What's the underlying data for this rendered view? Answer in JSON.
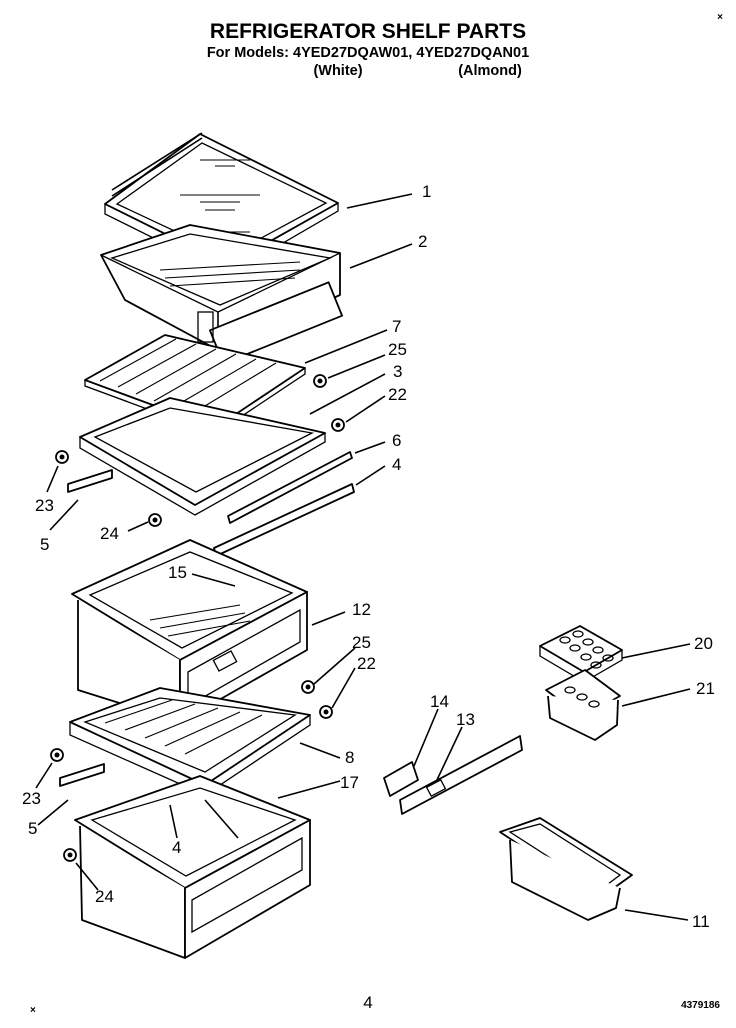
{
  "title": "REFRIGERATOR SHELF PARTS",
  "models_line": "For Models: 4YED27DQAW01,  4YED27DQAN01",
  "variant_white": "(White)",
  "variant_almond": "(Almond)",
  "page_number": "4",
  "part_number": "4379186",
  "callouts": [
    {
      "id": "c1",
      "text": "1"
    },
    {
      "id": "c2",
      "text": "2"
    },
    {
      "id": "c7",
      "text": "7"
    },
    {
      "id": "c25a",
      "text": "25"
    },
    {
      "id": "c3",
      "text": "3"
    },
    {
      "id": "c22a",
      "text": "22"
    },
    {
      "id": "c6",
      "text": "6"
    },
    {
      "id": "c4a",
      "text": "4"
    },
    {
      "id": "c23a",
      "text": "23"
    },
    {
      "id": "c5a",
      "text": "5"
    },
    {
      "id": "c24a",
      "text": "24"
    },
    {
      "id": "c15",
      "text": "15"
    },
    {
      "id": "c12",
      "text": "12"
    },
    {
      "id": "c25b",
      "text": "25"
    },
    {
      "id": "c22b",
      "text": "22"
    },
    {
      "id": "c8",
      "text": "8"
    },
    {
      "id": "c23b",
      "text": "23"
    },
    {
      "id": "c17",
      "text": "17"
    },
    {
      "id": "c5b",
      "text": "5"
    },
    {
      "id": "c4b",
      "text": "4"
    },
    {
      "id": "c24b",
      "text": "24"
    },
    {
      "id": "c20",
      "text": "20"
    },
    {
      "id": "c21",
      "text": "21"
    },
    {
      "id": "c14",
      "text": "14"
    },
    {
      "id": "c13",
      "text": "13"
    },
    {
      "id": "c11",
      "text": "11"
    }
  ]
}
